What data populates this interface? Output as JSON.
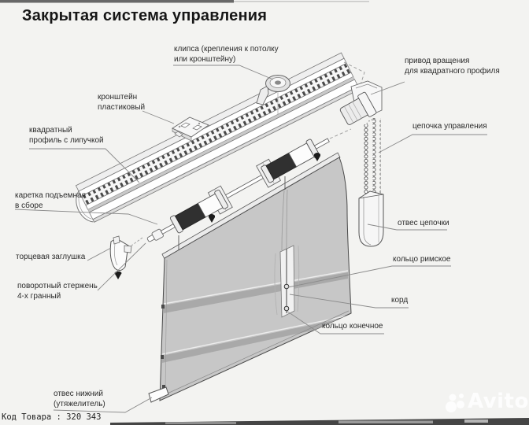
{
  "title": "Закрытая система управления",
  "product_code": "Код Товара : 320 343",
  "watermark": {
    "brand": "Avito"
  },
  "colors": {
    "background": "#f3f3f1",
    "fabric": "#c7c7c7",
    "leader_line": "#8a8a8a",
    "watermark": "#fdfdfd",
    "carriage_dark": "#303030"
  },
  "labels": {
    "clip": {
      "line1": "клипса (крепления к потолку",
      "line2": "или кронштейну)"
    },
    "drive": {
      "line1": "привод вращения",
      "line2": "для квадратного профиля"
    },
    "bracket": {
      "line1": "кронштейн",
      "line2": "пластиковый"
    },
    "profile": {
      "line1": "квадратный",
      "line2": "профиль с липучкой"
    },
    "control_chain": {
      "line1": "цепочка управления"
    },
    "carriage": {
      "line1": "каретка подъемная",
      "line2": "в сборе"
    },
    "chain_weight": {
      "line1": "отвес цепочки"
    },
    "end_cap": {
      "line1": "торцевая заглушка"
    },
    "roman_ring": {
      "line1": "кольцо римское"
    },
    "rod": {
      "line1": "поворотный стержень",
      "line2": "4-х гранный"
    },
    "cord": {
      "line1": "корд"
    },
    "end_ring": {
      "line1": "кольцо конечное"
    },
    "bottom_weight": {
      "line1": "отвес нижний",
      "line2": "(утяжелитель)"
    }
  }
}
